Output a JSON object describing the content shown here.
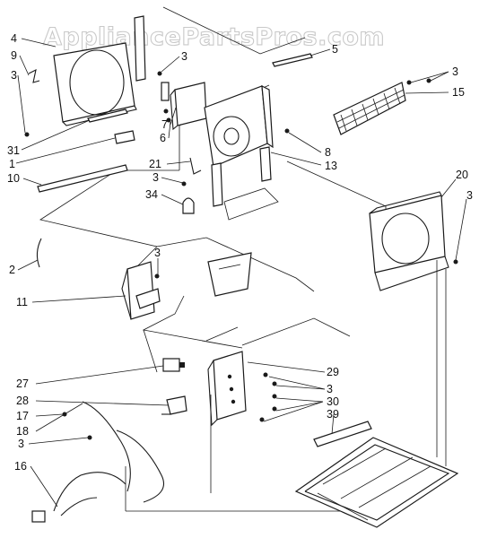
{
  "watermark": "AppliancePartsPros.com",
  "labels": {
    "l4": "4",
    "l9": "9",
    "l3a": "3",
    "l31": "31",
    "l1": "1",
    "l10": "10",
    "l3b": "3",
    "l5": "5",
    "l7": "7",
    "l6": "6",
    "l3c": "3",
    "l15": "15",
    "l8": "8",
    "l13": "13",
    "l21": "21",
    "l3d": "3",
    "l34": "34",
    "l20": "20",
    "l3e": "3",
    "l2": "2",
    "l3f": "3",
    "l11": "11",
    "l27": "27",
    "l28": "28",
    "l17": "17",
    "l18": "18",
    "l3g": "3",
    "l16": "16",
    "l29": "29",
    "l3h": "3",
    "l30": "30",
    "l39": "39"
  }
}
